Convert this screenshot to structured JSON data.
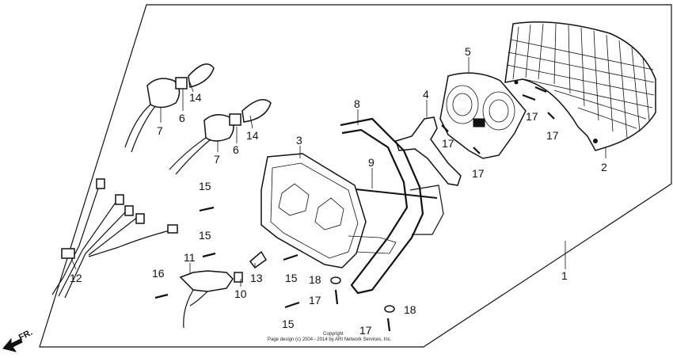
{
  "diagram": {
    "labels": {
      "p1": "1",
      "p2": "2",
      "p3": "3",
      "p4": "4",
      "p5": "5",
      "p6a": "6",
      "p6b": "6",
      "p7a": "7",
      "p7b": "7",
      "p8": "8",
      "p9": "9",
      "p10": "10",
      "p11": "11",
      "p12": "12",
      "p13": "13",
      "p14a": "14",
      "p14b": "14",
      "p15a": "15",
      "p15b": "15",
      "p15c": "15",
      "p15d": "15",
      "p16": "16",
      "p17a": "17",
      "p17b": "17",
      "p17c": "17",
      "p17d": "17",
      "p17e": "17",
      "p17f": "17",
      "p18a": "18",
      "p18b": "18"
    },
    "direction": "FR.",
    "copyright_line1": "Copyright",
    "copyright_line2": "Page design (c) 2004 - 2014 by ARI Network Services, Inc."
  }
}
